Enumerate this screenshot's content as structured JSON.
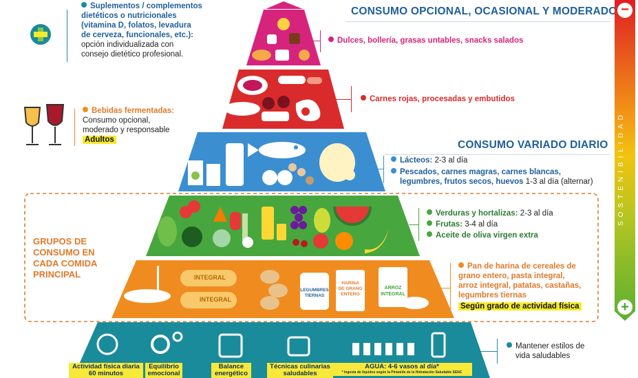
{
  "headers": {
    "optional": "CONSUMO OPCIONAL, OCASIONAL Y MODERADO",
    "daily": "CONSUMO VARIADO DIARIO"
  },
  "supplements": {
    "line1": "Suplementos / complementos",
    "line2": "dietéticos o nutricionales",
    "line3": "(vitamina D, folatos, levadura",
    "line4": "de cerveza, funcionales, etc.):",
    "line5": "opción individualizada con",
    "line6": "consejo dietético profesional."
  },
  "drinks": {
    "title": "Bebidas fermentadas:",
    "line1": "Consumo opcional,",
    "line2": "moderado y responsable",
    "badge": "Adultos"
  },
  "groups_label": {
    "line1": "GRUPOS DE",
    "line2": "CONSUMO EN",
    "line3": "CADA COMIDA",
    "line4": "PRINCIPAL"
  },
  "tiers": {
    "sweets": "Dulces, bollería, grasas untables, snacks salados",
    "meats": "Carnes rojas, procesadas y embutidos",
    "dairy_name": "Lácteos:",
    "dairy_freq": "2-3 al día",
    "protein_name_1": "Pescados, carnes magras, carnes blancas,",
    "protein_name_2": "legumbres, frutos secos, huevos",
    "protein_freq": "1-3 al día (alternar)",
    "veg_name": "Verduras y hortalizas:",
    "veg_freq": "2-3 al día",
    "fruit_name": "Frutas:",
    "fruit_freq": "3-4 al día",
    "oil_name": "Aceite de oliva virgen extra",
    "grain_1": "Pan de harina de cereales de",
    "grain_2": "grano entero, pasta integral,",
    "grain_3": "arroz integral, patatas, castañas,",
    "grain_4": "legumbres tiernas",
    "grain_badge": "Según grado de actividad física",
    "lifestyle_1": "Mantener estilos de",
    "lifestyle_2": "vida saludables"
  },
  "base_labels": {
    "activity_1": "Actividad física diaria",
    "activity_2": "60 minutos",
    "emotional_1": "Equilibrio",
    "emotional_2": "emocional",
    "energy_1": "Balance",
    "energy_2": "energético",
    "cooking_1": "Técnicas culinarias",
    "cooking_2": "saludables",
    "water_1": "AGUA: 4-6 vasos al día*",
    "water_2": "* Ingesta de líquidos según la Pirámide de la Hidratación Saludable SENC"
  },
  "food_labels": {
    "integral_1": "INTEGRAL",
    "integral_2": "INTEGRAL",
    "legumbres_1": "LEGUMBRES",
    "legumbres_2": "TIERNAS",
    "harina_1": "HARINA",
    "harina_2": "DE GRANO",
    "harina_3": "ENTERO",
    "arroz_1": "ARROZ",
    "arroz_2": "INTEGRAL"
  },
  "sidebar": {
    "label": "SOSTENIBILIDAD",
    "minus": "−",
    "plus": "+"
  },
  "colors": {
    "sweets": "#d6247d",
    "meats": "#d92b2b",
    "protein": "#3b8fd1",
    "veg": "#48a63e",
    "grain": "#f08c1f",
    "base": "#1a8b9a",
    "header_blue": "#1f5f9b",
    "highlight": "#f7ea2a"
  }
}
